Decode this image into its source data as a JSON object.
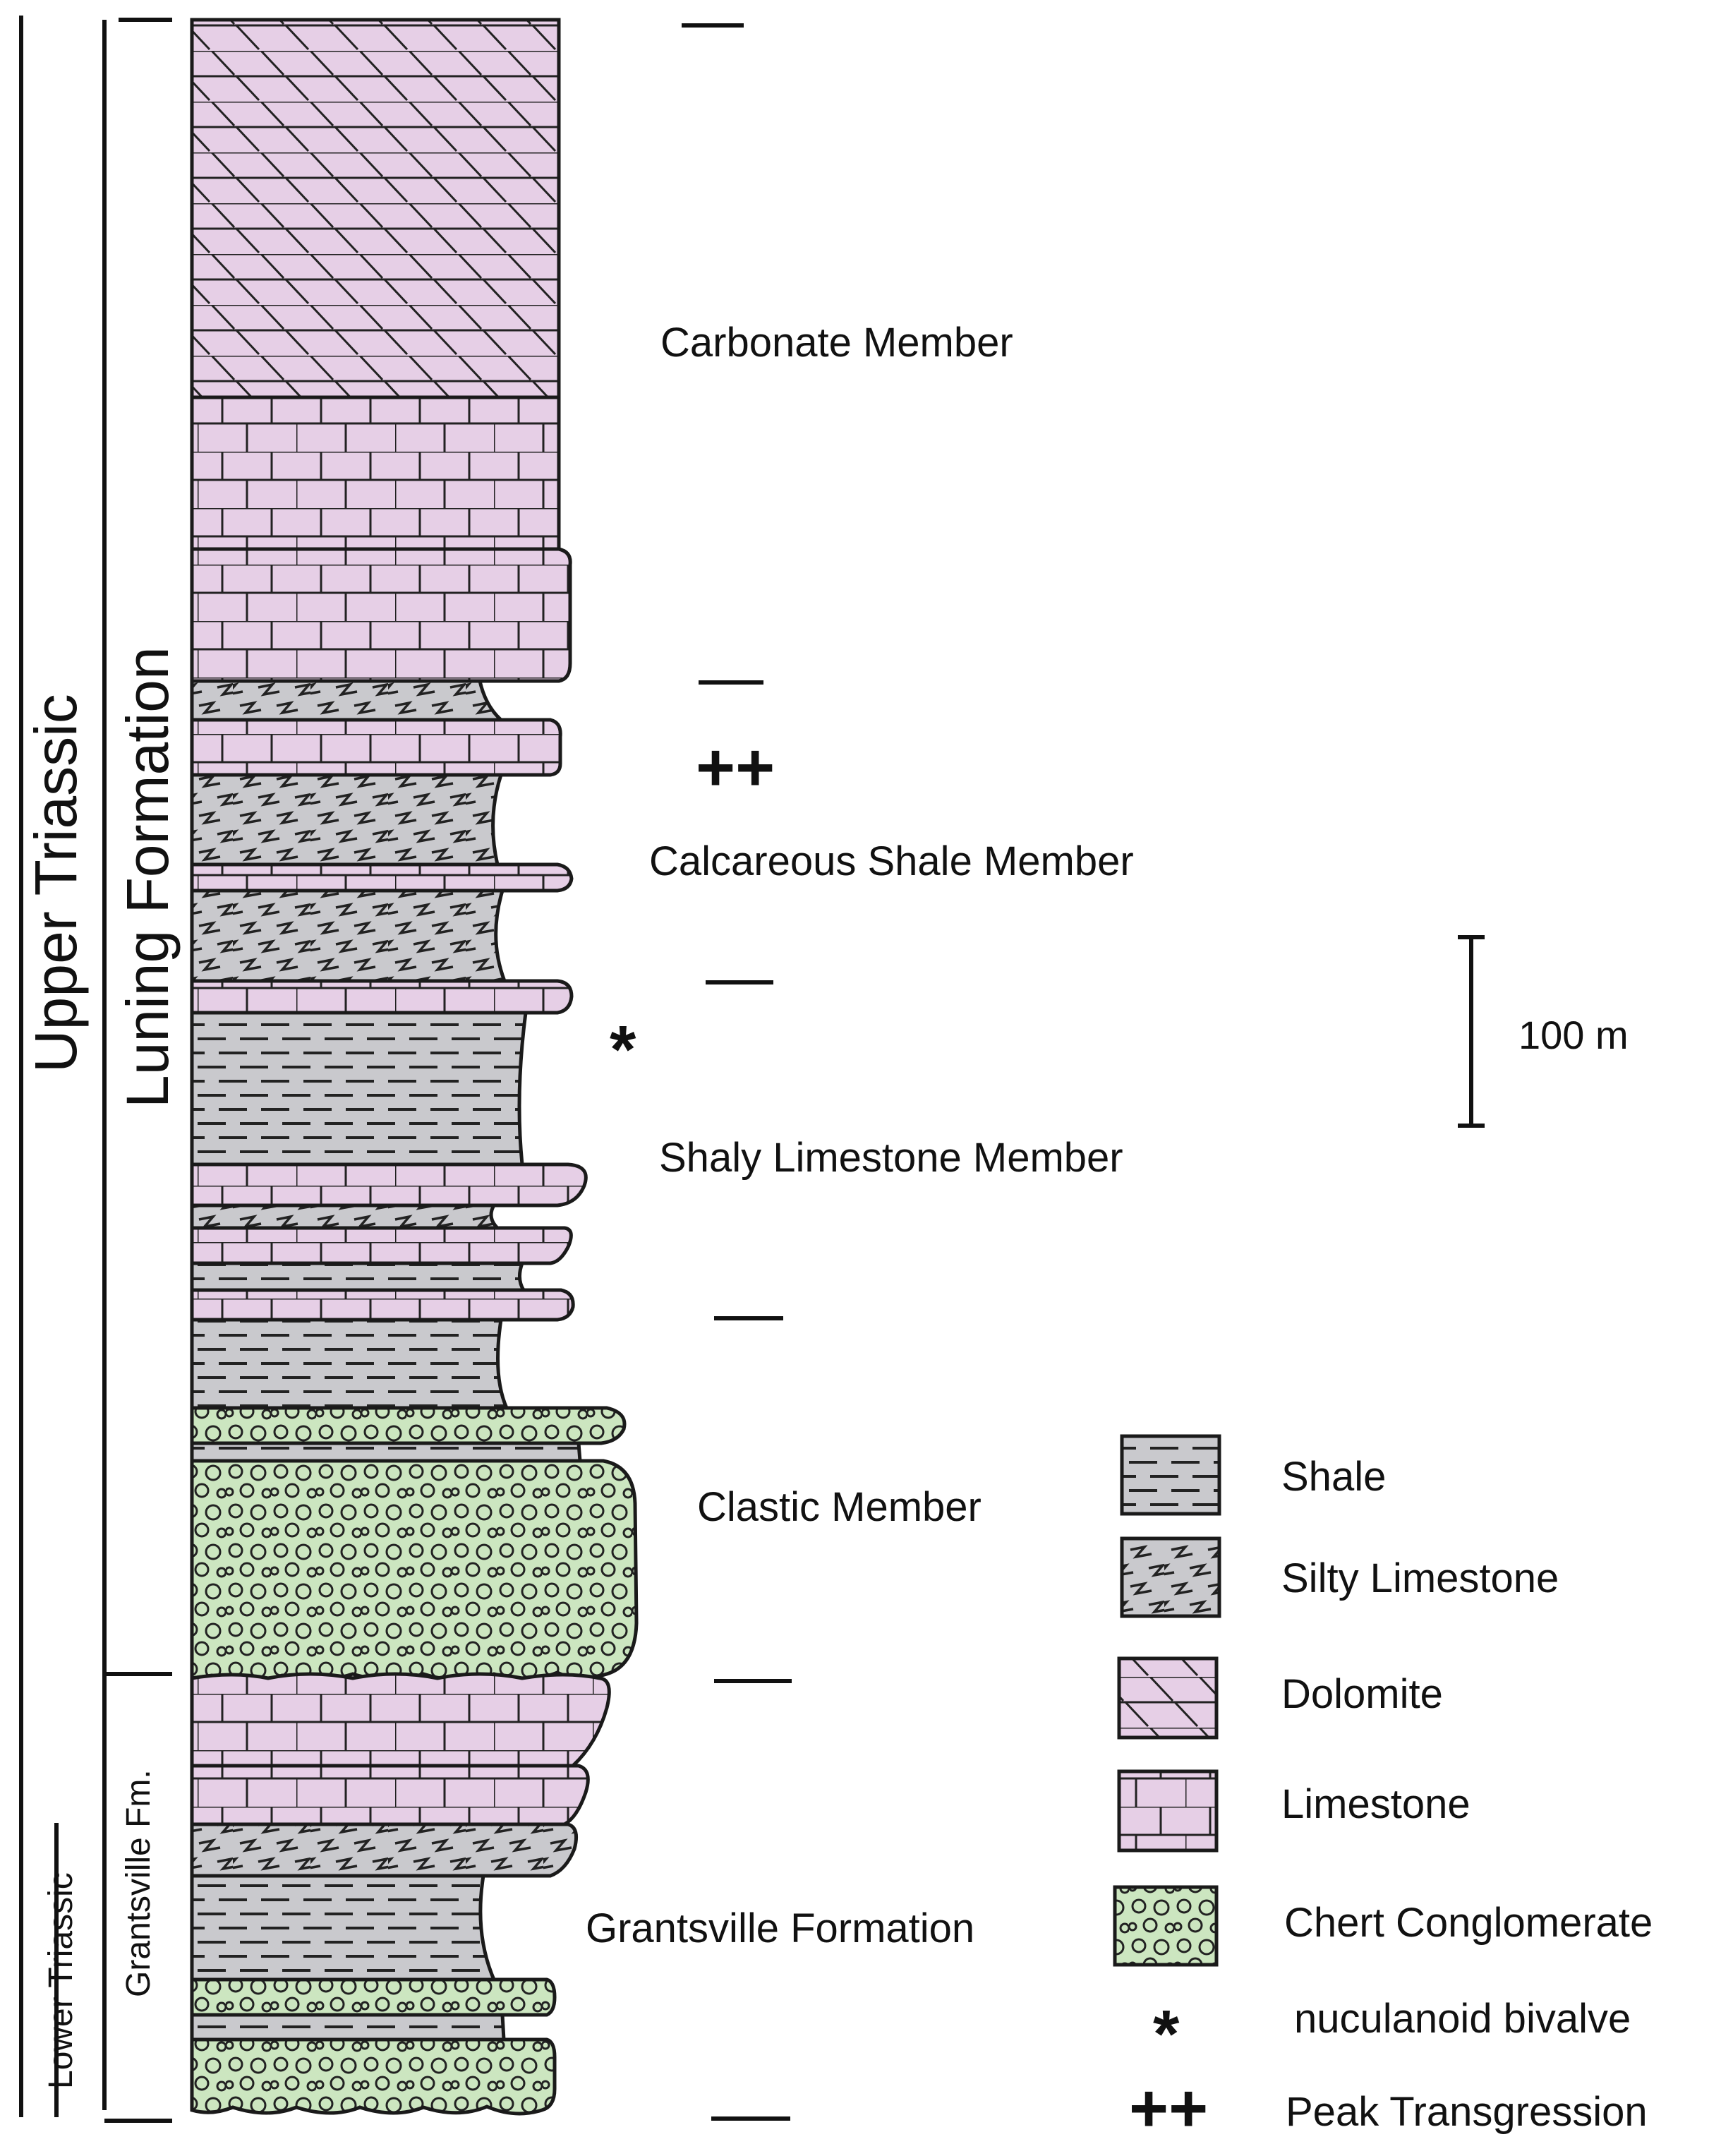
{
  "column": {
    "age_upper": "Upper Triassic",
    "age_lower": "Lower Triassic",
    "formation_upper": "Luning Formation",
    "formation_lower": "Grantsville Fm."
  },
  "members": [
    {
      "id": "carbonate",
      "label": "Carbonate Member"
    },
    {
      "id": "calcareous",
      "label": "Calcareous Shale Member"
    },
    {
      "id": "shaly",
      "label": "Shaly Limestone Member"
    },
    {
      "id": "clastic",
      "label": "Clastic Member"
    },
    {
      "id": "grantsville",
      "label": "Grantsville Formation"
    }
  ],
  "markers": {
    "peak_transgression": "++",
    "bivalve": "*"
  },
  "scale": {
    "label": "100 m"
  },
  "legend": [
    {
      "id": "shale",
      "label": "Shale",
      "icon": "shale-pattern"
    },
    {
      "id": "silty",
      "label": "Silty Limestone",
      "icon": "silty-limestone-pattern"
    },
    {
      "id": "dolomite",
      "label": "Dolomite",
      "icon": "dolomite-pattern"
    },
    {
      "id": "limestone",
      "label": "Limestone",
      "icon": "limestone-pattern"
    },
    {
      "id": "chert",
      "label": "Chert Conglomerate",
      "icon": "chert-conglomerate-pattern"
    },
    {
      "id": "bivalve",
      "label": "nuculanoid bivalve",
      "symbol": "*"
    },
    {
      "id": "peak",
      "label": "Peak Transgression",
      "symbol": "++"
    }
  ],
  "colors": {
    "carbonate": "#e6cfe6",
    "shale": "#c9c9cd",
    "conglomerate": "#cce6c0",
    "line": "#1a1a1a"
  }
}
